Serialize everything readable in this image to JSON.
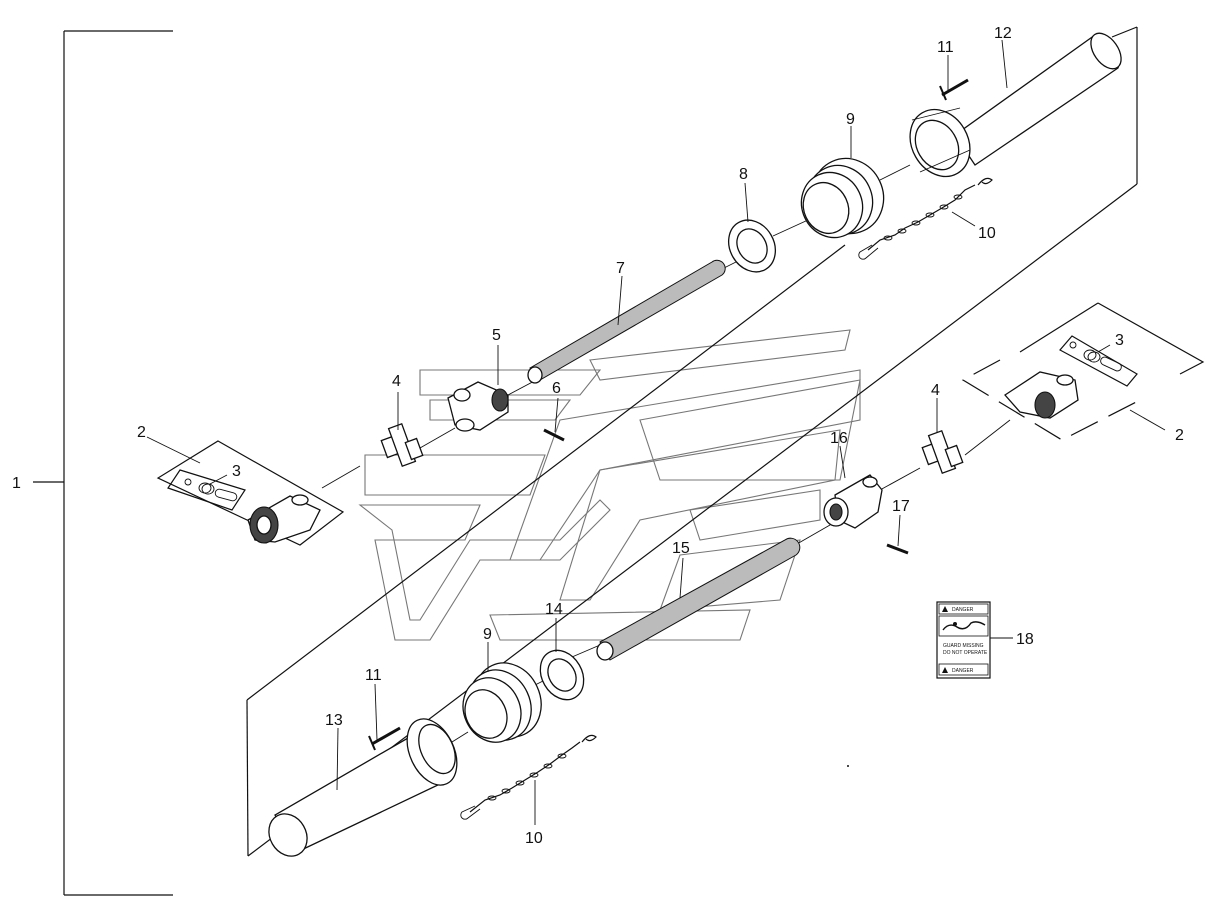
{
  "callouts": {
    "c1": "1",
    "c2_left": "2",
    "c2_right": "2",
    "c3_left": "3",
    "c3_right": "3",
    "c4_left": "4",
    "c4_right": "4",
    "c5": "5",
    "c6": "6",
    "c7": "7",
    "c8": "8",
    "c9_top": "9",
    "c9_bottom": "9",
    "c10_top": "10",
    "c10_bottom": "10",
    "c11_top": "11",
    "c11_bottom": "11",
    "c12": "12",
    "c13": "13",
    "c14": "14",
    "c15": "15",
    "c16": "16",
    "c17": "17",
    "c18": "18"
  },
  "decal": {
    "top": "DANGER",
    "middle_1": "GUARD MISSING",
    "middle_2": "DO NOT OPERATE",
    "bottom": "DANGER"
  }
}
